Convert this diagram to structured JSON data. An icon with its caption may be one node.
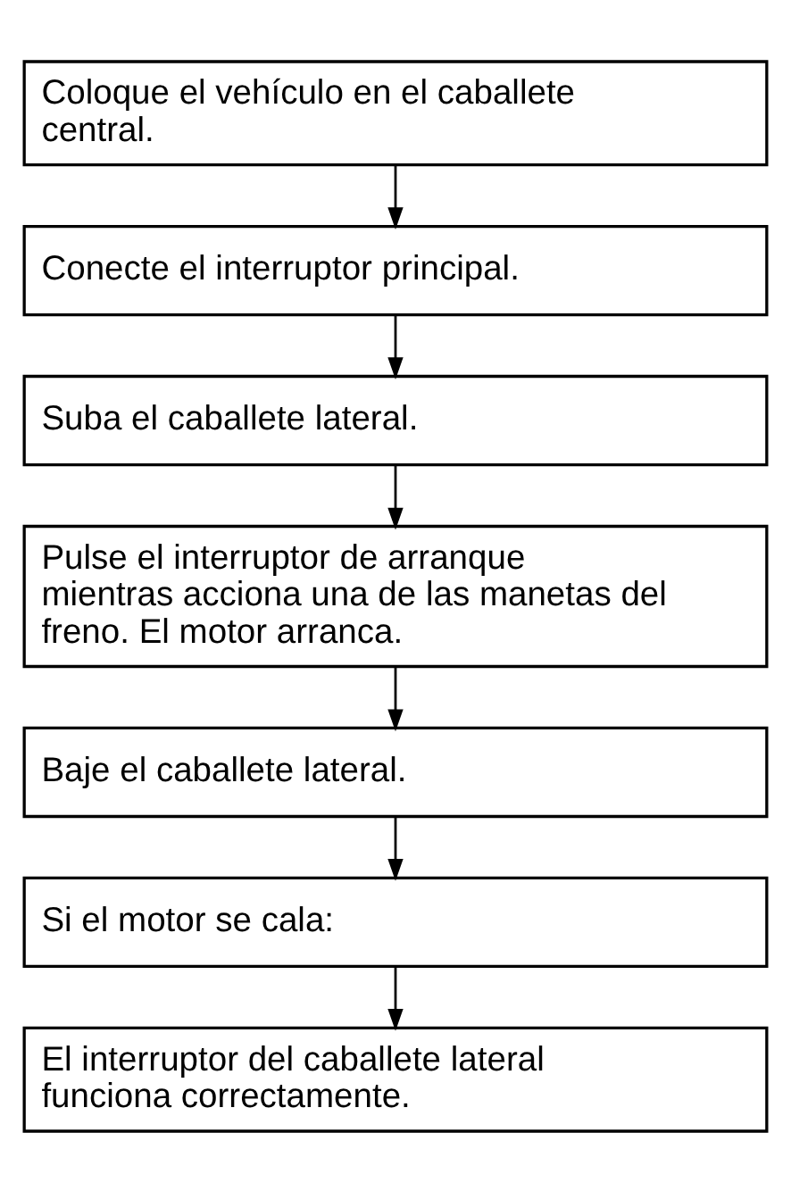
{
  "diagram": {
    "nodes": [
      {
        "text": [
          "Coloque el vehículo en el caballete central."
        ]
      },
      {
        "text": [
          "Conecte el interruptor principal."
        ]
      },
      {
        "text": [
          "Suba el caballete lateral."
        ]
      },
      {
        "text": [
          "Pulse el interruptor de arranque mientras acciona una de las manetas del freno. El motor arranca."
        ]
      },
      {
        "text": [
          "Baje el caballete lateral."
        ]
      },
      {
        "text": [
          "Si el motor se cala:"
        ]
      },
      {
        "text": [
          "El interruptor del caballete lateral funciona correctamente."
        ]
      }
    ],
    "edges": [
      {
        "from": 0,
        "to": 1,
        "arrow": "to"
      },
      {
        "from": 1,
        "to": 2,
        "arrow": "to"
      },
      {
        "from": 2,
        "to": 3,
        "arrow": "to"
      },
      {
        "from": 3,
        "to": 4,
        "arrow": "to"
      },
      {
        "from": 4,
        "to": 5,
        "arrow": "to"
      },
      {
        "from": 5,
        "to": 6,
        "arrow": "to"
      }
    ]
  }
}
